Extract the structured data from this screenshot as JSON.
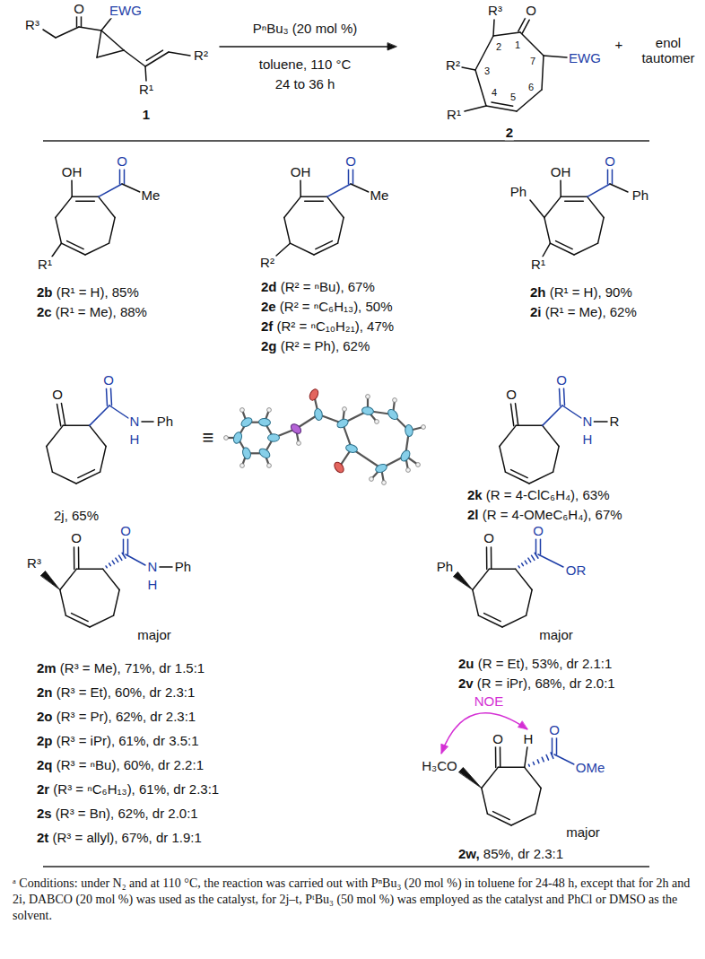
{
  "diagram": {
    "caption": "ᵃ Conditions: under N₂ and at 110 °C, the reaction was carried out with PⁿBu₃ (20 mol %) in toluene for 24-48 h, except that for 2h and 2i, DABCO (20 mol %) was used as the catalyst, for 2j–t, PᵗBu₃ (50 mol %) was employed as the catalyst and PhCl or DMSO as the solvent.",
    "labels": [
      "R³",
      "O",
      "EWG",
      "R²",
      "R¹",
      "1",
      "PⁿBu₃ (20 mol %)",
      "toluene, 110 °C",
      "24 to 36 h",
      "R³",
      "O",
      "2",
      "1",
      "3",
      "7",
      "EWG",
      "R²",
      "R¹",
      "4",
      "5",
      "6",
      "2",
      "+",
      "enol tautomer",
      "OH",
      "O",
      "Me",
      "R¹",
      "2b (R¹ = H), 85%",
      "2c (R¹ = Me), 88%",
      "OH",
      "O",
      "Me",
      "R²",
      "2d (R² = ⁿBu), 67%",
      "2e (R² = ⁿC₆H₁₃), 50%",
      "2f (R² = ⁿC₁₀H₂₁), 47%",
      "2g (R² = Ph), 62%",
      "Ph",
      "OH",
      "O",
      "Ph",
      "R¹",
      "2h (R¹ = H), 90%",
      "2i (R¹ = Me), 62%",
      "O",
      "O",
      "N",
      "H",
      "Ph",
      "2j, 65%",
      "≡",
      "O",
      "O",
      "N",
      "H",
      "R",
      "2k (R = 4-ClC₆H₄), 63%",
      "2l (R = 4-OMeC₆H₄), 67%",
      "R³",
      "O",
      "O",
      "N",
      "H",
      "Ph",
      "major",
      "2m (R³ = Me), 71%, dr 1.5:1",
      "2n (R³ = Et), 60%, dr 2.3:1",
      "2o (R³ = Pr), 62%, dr 2.3:1",
      "2p (R³ = iPr), 61%, dr 3.5:1",
      "2q (R³ = ⁿBu), 60%, dr 2.2:1",
      "2r (R³ = ⁿC₆H₁₃), 61%, dr 2.3:1",
      "2s (R³ = Bn), 62%, dr 2.0:1",
      "2t (R³ = allyl), 67%, dr 1.9:1",
      "Ph",
      "O",
      "O",
      "OR",
      "major",
      "2u (R = Et), 53%, dr 2.1:1",
      "2v (R = iPr), 68%, dr 2.0:1",
      "NOE",
      "H₃CO",
      "O",
      "H",
      "O",
      "OMe",
      "major",
      "2w, 85%, dr 2.3:1"
    ]
  }
}
